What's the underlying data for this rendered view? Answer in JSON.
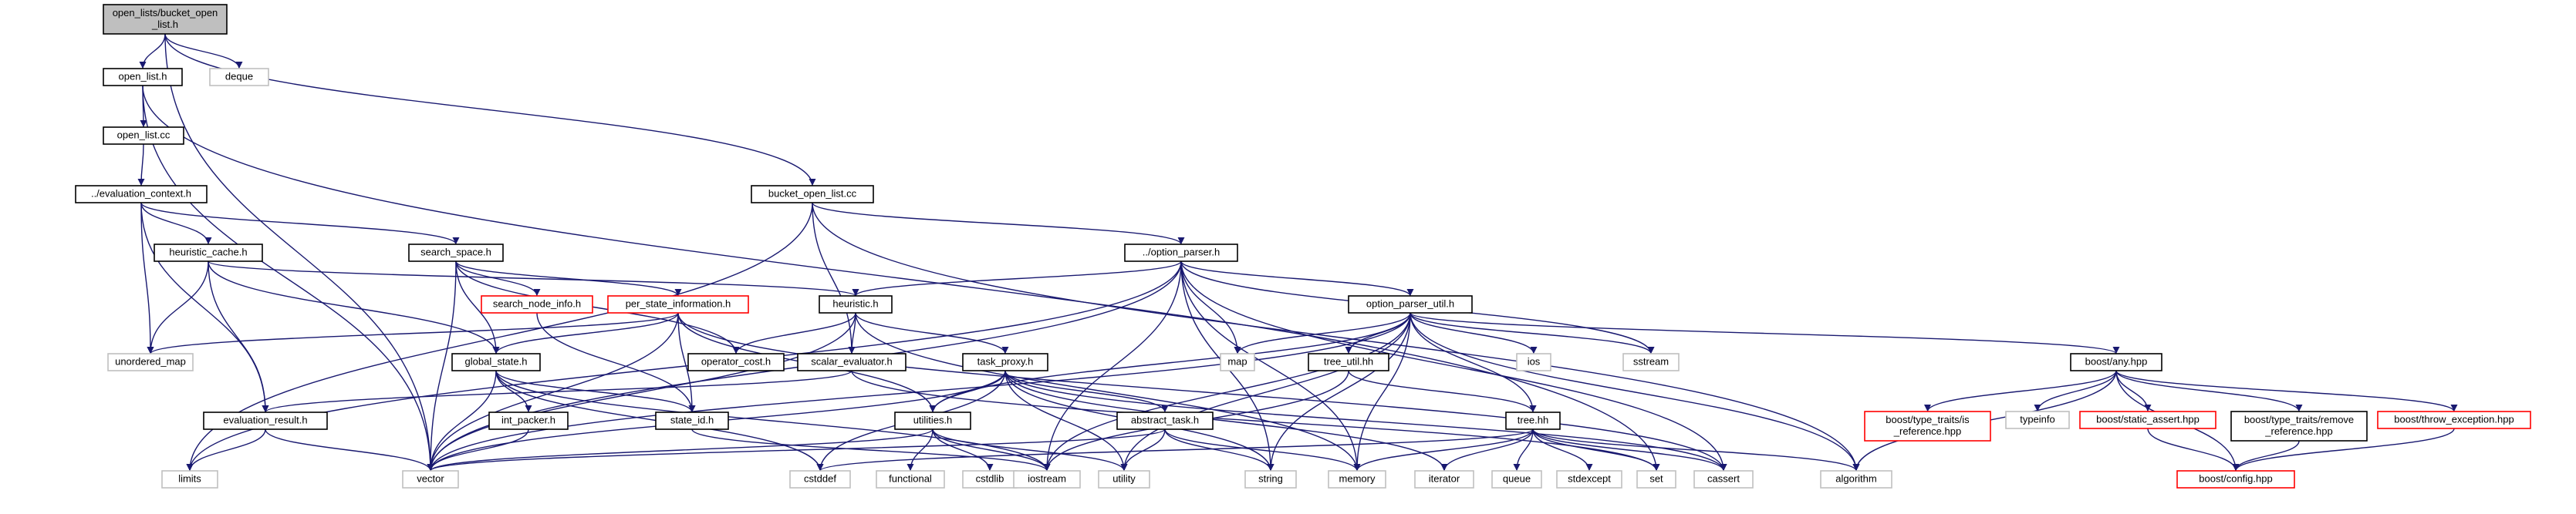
{
  "colors": {
    "edge": "#191970",
    "node_border": "#000000",
    "external_border": "#bfbfbf",
    "incomplete_border": "#ff0000",
    "root_fill": "#bfbfbf",
    "node_fill": "#ffffff",
    "text": "#000000"
  },
  "nodes": [
    {
      "id": "root",
      "lines": [
        "open_lists/bucket_open",
        "_list.h"
      ],
      "kind": "root"
    },
    {
      "id": "open_list_h",
      "lines": [
        "open_list.h"
      ],
      "kind": "normal"
    },
    {
      "id": "deque",
      "lines": [
        "deque"
      ],
      "kind": "external"
    },
    {
      "id": "open_list_cc",
      "lines": [
        "open_list.cc"
      ],
      "kind": "normal"
    },
    {
      "id": "evaluation_context_h",
      "lines": [
        "../evaluation_context.h"
      ],
      "kind": "normal"
    },
    {
      "id": "bucket_open_list_cc",
      "lines": [
        "bucket_open_list.cc"
      ],
      "kind": "normal"
    },
    {
      "id": "heuristic_cache_h",
      "lines": [
        "heuristic_cache.h"
      ],
      "kind": "normal"
    },
    {
      "id": "search_space_h",
      "lines": [
        "search_space.h"
      ],
      "kind": "normal"
    },
    {
      "id": "option_parser_h",
      "lines": [
        "../option_parser.h"
      ],
      "kind": "normal"
    },
    {
      "id": "search_node_info_h",
      "lines": [
        "search_node_info.h"
      ],
      "kind": "incomplete"
    },
    {
      "id": "per_state_information_h",
      "lines": [
        "per_state_information.h"
      ],
      "kind": "incomplete"
    },
    {
      "id": "heuristic_h",
      "lines": [
        "heuristic.h"
      ],
      "kind": "normal"
    },
    {
      "id": "option_parser_util_h",
      "lines": [
        "option_parser_util.h"
      ],
      "kind": "normal"
    },
    {
      "id": "unordered_map",
      "lines": [
        "unordered_map"
      ],
      "kind": "external"
    },
    {
      "id": "global_state_h",
      "lines": [
        "global_state.h"
      ],
      "kind": "normal"
    },
    {
      "id": "operator_cost_h",
      "lines": [
        "operator_cost.h"
      ],
      "kind": "normal"
    },
    {
      "id": "scalar_evaluator_h",
      "lines": [
        "scalar_evaluator.h"
      ],
      "kind": "normal"
    },
    {
      "id": "task_proxy_h",
      "lines": [
        "task_proxy.h"
      ],
      "kind": "normal"
    },
    {
      "id": "tree_util_hh",
      "lines": [
        "tree_util.hh"
      ],
      "kind": "normal"
    },
    {
      "id": "map",
      "lines": [
        "map"
      ],
      "kind": "external"
    },
    {
      "id": "ios",
      "lines": [
        "ios"
      ],
      "kind": "external"
    },
    {
      "id": "sstream",
      "lines": [
        "sstream"
      ],
      "kind": "external"
    },
    {
      "id": "boost_any_hpp",
      "lines": [
        "boost/any.hpp"
      ],
      "kind": "normal"
    },
    {
      "id": "evaluation_result_h",
      "lines": [
        "evaluation_result.h"
      ],
      "kind": "normal"
    },
    {
      "id": "int_packer_h",
      "lines": [
        "int_packer.h"
      ],
      "kind": "normal"
    },
    {
      "id": "state_id_h",
      "lines": [
        "state_id.h"
      ],
      "kind": "normal"
    },
    {
      "id": "utilities_h",
      "lines": [
        "utilities.h"
      ],
      "kind": "normal"
    },
    {
      "id": "abstract_task_h",
      "lines": [
        "abstract_task.h"
      ],
      "kind": "normal"
    },
    {
      "id": "tree_hh",
      "lines": [
        "tree.hh"
      ],
      "kind": "normal"
    },
    {
      "id": "is_reference_hpp",
      "lines": [
        "boost/type_traits/is",
        "_reference.hpp"
      ],
      "kind": "incomplete"
    },
    {
      "id": "typeinfo",
      "lines": [
        "typeinfo"
      ],
      "kind": "external"
    },
    {
      "id": "static_assert_hpp",
      "lines": [
        "boost/static_assert.hpp"
      ],
      "kind": "incomplete"
    },
    {
      "id": "remove_reference_hpp",
      "lines": [
        "boost/type_traits/remove",
        "_reference.hpp"
      ],
      "kind": "normal"
    },
    {
      "id": "throw_exception_hpp",
      "lines": [
        "boost/throw_exception.hpp"
      ],
      "kind": "incomplete"
    },
    {
      "id": "limits",
      "lines": [
        "limits"
      ],
      "kind": "external"
    },
    {
      "id": "vector",
      "lines": [
        "vector"
      ],
      "kind": "external"
    },
    {
      "id": "cstddef",
      "lines": [
        "cstddef"
      ],
      "kind": "external"
    },
    {
      "id": "functional",
      "lines": [
        "functional"
      ],
      "kind": "external"
    },
    {
      "id": "cstdlib",
      "lines": [
        "cstdlib"
      ],
      "kind": "external"
    },
    {
      "id": "iostream",
      "lines": [
        "iostream"
      ],
      "kind": "external"
    },
    {
      "id": "utility",
      "lines": [
        "utility"
      ],
      "kind": "external"
    },
    {
      "id": "string",
      "lines": [
        "string"
      ],
      "kind": "external"
    },
    {
      "id": "memory",
      "lines": [
        "memory"
      ],
      "kind": "external"
    },
    {
      "id": "iterator",
      "lines": [
        "iterator"
      ],
      "kind": "external"
    },
    {
      "id": "queue",
      "lines": [
        "queue"
      ],
      "kind": "external"
    },
    {
      "id": "stdexcept",
      "lines": [
        "stdexcept"
      ],
      "kind": "external"
    },
    {
      "id": "set",
      "lines": [
        "set"
      ],
      "kind": "external"
    },
    {
      "id": "cassert",
      "lines": [
        "cassert"
      ],
      "kind": "external"
    },
    {
      "id": "algorithm",
      "lines": [
        "algorithm"
      ],
      "kind": "external"
    },
    {
      "id": "boost_config_hpp",
      "lines": [
        "boost/config.hpp"
      ],
      "kind": "incomplete"
    }
  ],
  "edges": [
    [
      "root",
      "open_list_h"
    ],
    [
      "root",
      "deque"
    ],
    [
      "root",
      "bucket_open_list_cc"
    ],
    [
      "root",
      "vector"
    ],
    [
      "open_list_h",
      "open_list_cc"
    ],
    [
      "open_list_h",
      "vector"
    ],
    [
      "open_list_h",
      "set"
    ],
    [
      "open_list_cc",
      "evaluation_context_h"
    ],
    [
      "evaluation_context_h",
      "heuristic_cache_h"
    ],
    [
      "evaluation_context_h",
      "search_space_h"
    ],
    [
      "evaluation_context_h",
      "unordered_map"
    ],
    [
      "evaluation_context_h",
      "evaluation_result_h"
    ],
    [
      "bucket_open_list_cc",
      "option_parser_h"
    ],
    [
      "bucket_open_list_cc",
      "scalar_evaluator_h"
    ],
    [
      "bucket_open_list_cc",
      "limits"
    ],
    [
      "bucket_open_list_cc",
      "algorithm"
    ],
    [
      "heuristic_cache_h",
      "heuristic_h"
    ],
    [
      "heuristic_cache_h",
      "global_state_h"
    ],
    [
      "heuristic_cache_h",
      "unordered_map"
    ],
    [
      "heuristic_cache_h",
      "evaluation_result_h"
    ],
    [
      "search_space_h",
      "search_node_info_h"
    ],
    [
      "search_space_h",
      "per_state_information_h"
    ],
    [
      "search_space_h",
      "global_state_h"
    ],
    [
      "search_space_h",
      "operator_cost_h"
    ],
    [
      "search_space_h",
      "vector"
    ],
    [
      "option_parser_h",
      "heuristic_h"
    ],
    [
      "option_parser_h",
      "option_parser_util_h"
    ],
    [
      "option_parser_h",
      "vector"
    ],
    [
      "option_parser_h",
      "limits"
    ],
    [
      "option_parser_h",
      "map"
    ],
    [
      "option_parser_h",
      "sstream"
    ],
    [
      "option_parser_h",
      "iostream"
    ],
    [
      "option_parser_h",
      "string"
    ],
    [
      "option_parser_h",
      "memory"
    ],
    [
      "option_parser_h",
      "cassert"
    ],
    [
      "search_node_info_h",
      "state_id_h"
    ],
    [
      "per_state_information_h",
      "global_state_h"
    ],
    [
      "per_state_information_h",
      "state_id_h"
    ],
    [
      "per_state_information_h",
      "utilities_h"
    ],
    [
      "per_state_information_h",
      "unordered_map"
    ],
    [
      "per_state_information_h",
      "vector"
    ],
    [
      "per_state_information_h",
      "cassert"
    ],
    [
      "heuristic_h",
      "operator_cost_h"
    ],
    [
      "heuristic_h",
      "scalar_evaluator_h"
    ],
    [
      "heuristic_h",
      "task_proxy_h"
    ],
    [
      "heuristic_h",
      "vector"
    ],
    [
      "heuristic_h",
      "memory"
    ],
    [
      "option_parser_util_h",
      "tree_util_hh"
    ],
    [
      "option_parser_util_h",
      "tree_hh"
    ],
    [
      "option_parser_util_h",
      "boost_any_hpp"
    ],
    [
      "option_parser_util_h",
      "utilities_h"
    ],
    [
      "option_parser_util_h",
      "map"
    ],
    [
      "option_parser_util_h",
      "ios"
    ],
    [
      "option_parser_util_h",
      "sstream"
    ],
    [
      "option_parser_util_h",
      "vector"
    ],
    [
      "option_parser_util_h",
      "iostream"
    ],
    [
      "option_parser_util_h",
      "string"
    ],
    [
      "option_parser_util_h",
      "memory"
    ],
    [
      "option_parser_util_h",
      "utility"
    ],
    [
      "option_parser_util_h",
      "algorithm"
    ],
    [
      "global_state_h",
      "int_packer_h"
    ],
    [
      "global_state_h",
      "state_id_h"
    ],
    [
      "global_state_h",
      "vector"
    ],
    [
      "global_state_h",
      "cstddef"
    ],
    [
      "global_state_h",
      "iostream"
    ],
    [
      "scalar_evaluator_h",
      "evaluation_result_h"
    ],
    [
      "scalar_evaluator_h",
      "set"
    ],
    [
      "task_proxy_h",
      "abstract_task_h"
    ],
    [
      "task_proxy_h",
      "utilities_h"
    ],
    [
      "task_proxy_h",
      "vector"
    ],
    [
      "task_proxy_h",
      "cstddef"
    ],
    [
      "task_proxy_h",
      "string"
    ],
    [
      "task_proxy_h",
      "utility"
    ],
    [
      "task_proxy_h",
      "iterator"
    ],
    [
      "task_proxy_h",
      "cassert"
    ],
    [
      "tree_util_hh",
      "tree_hh"
    ],
    [
      "tree_util_hh",
      "iostream"
    ],
    [
      "boost_any_hpp",
      "is_reference_hpp"
    ],
    [
      "boost_any_hpp",
      "typeinfo"
    ],
    [
      "boost_any_hpp",
      "static_assert_hpp"
    ],
    [
      "boost_any_hpp",
      "remove_reference_hpp"
    ],
    [
      "boost_any_hpp",
      "throw_exception_hpp"
    ],
    [
      "boost_any_hpp",
      "boost_config_hpp"
    ],
    [
      "boost_any_hpp",
      "algorithm"
    ],
    [
      "evaluation_result_h",
      "limits"
    ],
    [
      "evaluation_result_h",
      "vector"
    ],
    [
      "int_packer_h",
      "vector"
    ],
    [
      "state_id_h",
      "iostream"
    ],
    [
      "utilities_h",
      "vector"
    ],
    [
      "utilities_h",
      "functional"
    ],
    [
      "utilities_h",
      "cstdlib"
    ],
    [
      "utilities_h",
      "iostream"
    ],
    [
      "utilities_h",
      "utility"
    ],
    [
      "abstract_task_h",
      "vector"
    ],
    [
      "abstract_task_h",
      "utility"
    ],
    [
      "abstract_task_h",
      "string"
    ],
    [
      "abstract_task_h",
      "memory"
    ],
    [
      "tree_hh",
      "cstddef"
    ],
    [
      "tree_hh",
      "memory"
    ],
    [
      "tree_hh",
      "iterator"
    ],
    [
      "tree_hh",
      "queue"
    ],
    [
      "tree_hh",
      "stdexcept"
    ],
    [
      "tree_hh",
      "set"
    ],
    [
      "tree_hh",
      "cassert"
    ],
    [
      "tree_hh",
      "algorithm"
    ],
    [
      "static_assert_hpp",
      "boost_config_hpp"
    ],
    [
      "remove_reference_hpp",
      "boost_config_hpp"
    ],
    [
      "throw_exception_hpp",
      "boost_config_hpp"
    ]
  ]
}
